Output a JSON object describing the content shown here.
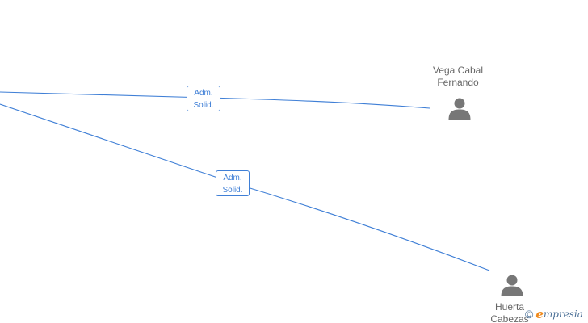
{
  "diagram": {
    "edges": [
      {
        "label_line1": "Adm.",
        "label_line2": "Solid."
      },
      {
        "label_line1": "Adm.",
        "label_line2": "Solid."
      }
    ],
    "nodes": [
      {
        "name_line1": "Vega Cabal",
        "name_line2": "Fernando",
        "icon": "person-icon"
      },
      {
        "name_line1": "Huerta",
        "name_line2": "Cabezas",
        "icon": "person-icon"
      }
    ]
  },
  "brand": {
    "copyright": "©",
    "initial": "e",
    "rest": "mpresia"
  },
  "colors": {
    "edge": "#3f7fd6",
    "node_text": "#666666",
    "icon": "#777777",
    "brand_accent": "#f08a1c"
  }
}
